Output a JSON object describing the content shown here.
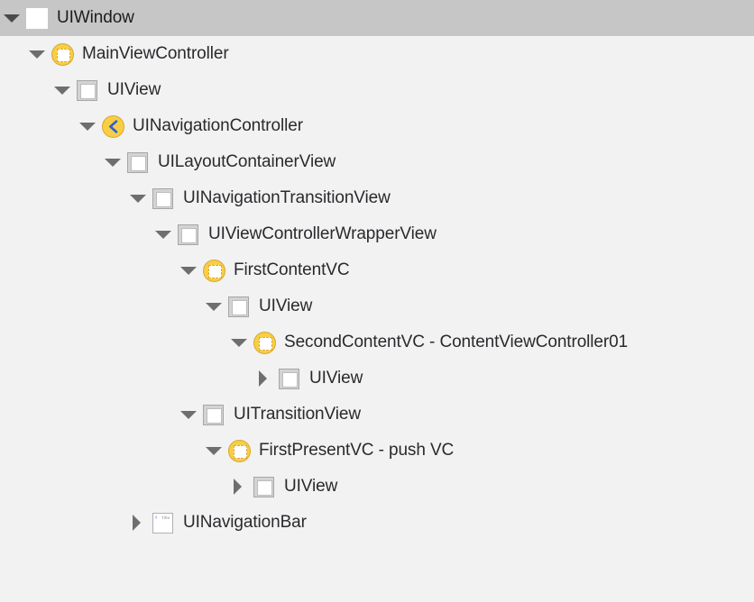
{
  "panel": {
    "name": "view-hierarchy-debug-tree",
    "background_color": "#f2f2f2",
    "selection_color": "#c6c6c6",
    "text_color": "#2a2a2e",
    "accent_yellow": "#f7ce46",
    "accent_blue": "#2b5fdb"
  },
  "navbar_icon": {
    "chevron": "‹",
    "title": "Title"
  },
  "rows": [
    {
      "label": "UIWindow",
      "depth": 0,
      "icon": "window-icon",
      "twisty": "open",
      "selected": true
    },
    {
      "label": "MainViewController",
      "depth": 1,
      "icon": "view-controller-icon",
      "twisty": "open",
      "selected": false
    },
    {
      "label": "UIView",
      "depth": 2,
      "icon": "view-icon",
      "twisty": "open",
      "selected": false
    },
    {
      "label": "UINavigationController",
      "depth": 3,
      "icon": "navigation-controller-icon",
      "twisty": "open",
      "selected": false
    },
    {
      "label": "UILayoutContainerView",
      "depth": 4,
      "icon": "view-icon",
      "twisty": "open",
      "selected": false
    },
    {
      "label": "UINavigationTransitionView",
      "depth": 5,
      "icon": "view-icon",
      "twisty": "open",
      "selected": false
    },
    {
      "label": "UIViewControllerWrapperView",
      "depth": 6,
      "icon": "view-icon",
      "twisty": "open",
      "selected": false
    },
    {
      "label": "FirstContentVC",
      "depth": 7,
      "icon": "view-controller-icon",
      "twisty": "open",
      "selected": false
    },
    {
      "label": "UIView",
      "depth": 8,
      "icon": "view-icon",
      "twisty": "open",
      "selected": false
    },
    {
      "label": "SecondContentVC - ContentViewController01",
      "depth": 9,
      "icon": "view-controller-icon",
      "twisty": "open",
      "selected": false
    },
    {
      "label": "UIView",
      "depth": 10,
      "icon": "view-icon",
      "twisty": "closed",
      "selected": false
    },
    {
      "label": "UITransitionView",
      "depth": 7,
      "icon": "view-icon",
      "twisty": "open",
      "selected": false
    },
    {
      "label": "FirstPresentVC - push VC",
      "depth": 8,
      "icon": "view-controller-icon",
      "twisty": "open",
      "selected": false
    },
    {
      "label": "UIView",
      "depth": 9,
      "icon": "view-icon",
      "twisty": "closed",
      "selected": false
    },
    {
      "label": "UINavigationBar",
      "depth": 5,
      "icon": "navigation-bar-icon",
      "twisty": "closed",
      "selected": false
    }
  ]
}
